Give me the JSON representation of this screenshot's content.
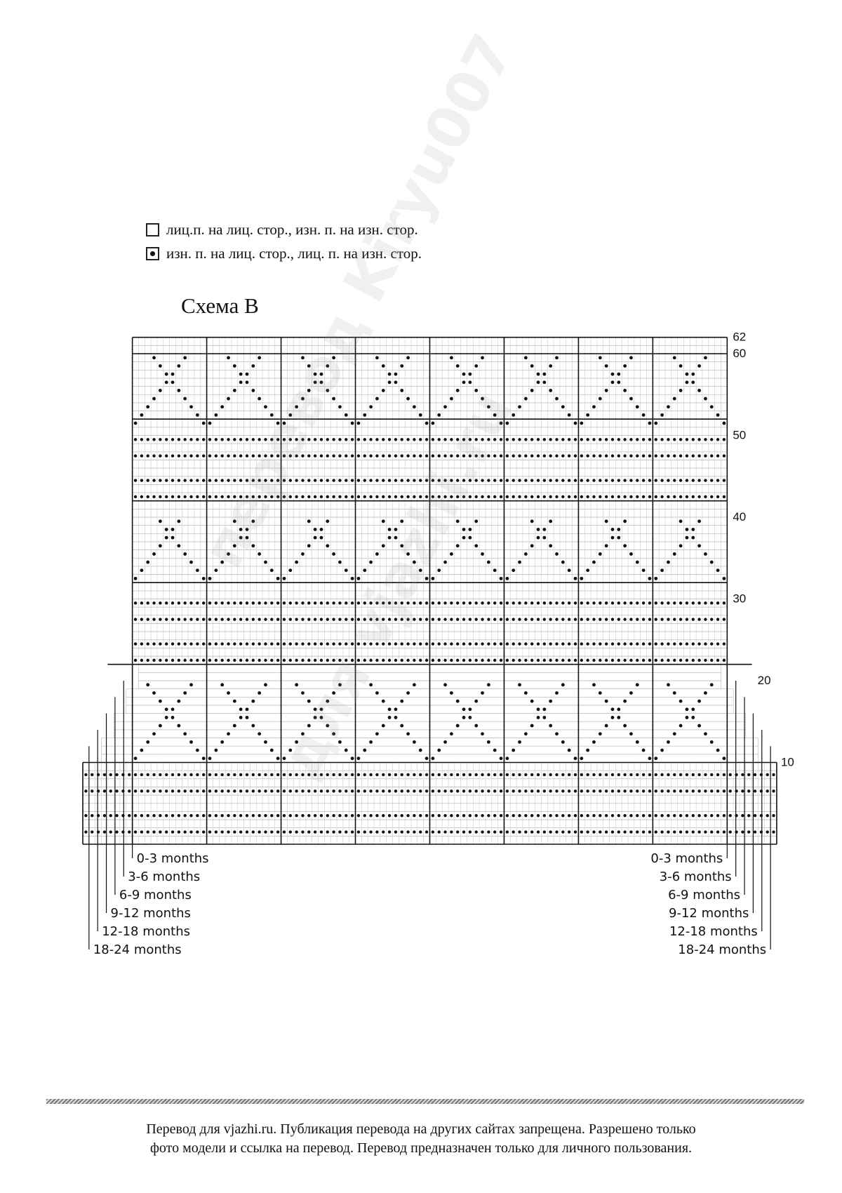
{
  "legend": [
    {
      "symbol": "empty-square-icon",
      "label": "лиц.п. на лиц. стор., изн. п. на изн. стор."
    },
    {
      "symbol": "dot-square-icon",
      "label": "изн. п. на лиц. стор., лиц. п. на изн. стор."
    }
  ],
  "chart": {
    "title": "Схема B",
    "total_rows": 62,
    "row_numbers": [
      "10",
      "20",
      "30",
      "40",
      "50",
      "60",
      "62"
    ],
    "sizes": [
      "0-3 months",
      "3-6 months",
      "6-9 months",
      "9-12 months",
      "12-18 months",
      "18-24 months"
    ]
  },
  "watermark": [
    "перевод Kiryu007",
    "для vjazhi.ru"
  ],
  "footer": {
    "line1": "Перевод для vjazhi.ru. Публикация перевода на других сайтах запрещена. Разрешено только",
    "line2": "фото модели и ссылка на перевод.  Перевод предназначен только для личного пользования."
  }
}
